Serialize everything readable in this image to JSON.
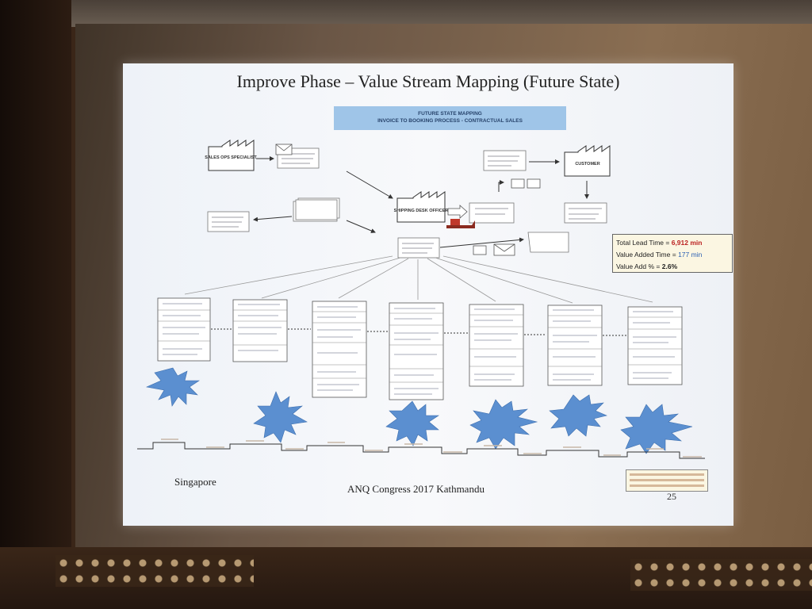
{
  "slide": {
    "title": "Improve Phase – Value Stream Mapping (Future State)",
    "banner_line1": "FUTURE STATE MAPPING",
    "banner_line2": "INVOICE TO BOOKING PROCESS - CONTRACTUAL SALES",
    "footer_left": "Singapore",
    "footer_center": "ANQ Congress 2017 Kathmandu",
    "page_number": "25"
  },
  "entities": {
    "sales_ops": "SALES OPS SPECIALIST",
    "shipping": "SHIPPING DESK OFFICER",
    "customer": "CUSTOMER"
  },
  "summary": {
    "lead_label": "Total Lead Time",
    "lead_value": "6,912 min",
    "value_added_label": "Value Added Time",
    "value_added_value": "177 min",
    "value_add_pct_label": "Value Add %",
    "value_add_pct_value": "2.6%"
  },
  "colors": {
    "burst": "#5b8fd0",
    "banner": "#9fc5e8",
    "summary_bg": "#fbf6e2",
    "lead_value": "#b22222",
    "value_added_value": "#2a5fb3"
  }
}
